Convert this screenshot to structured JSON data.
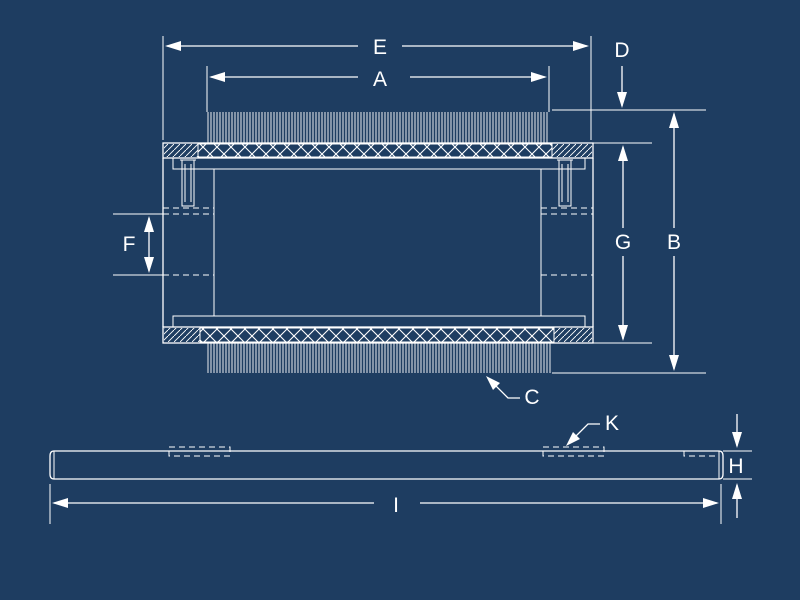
{
  "colors": {
    "background": "#1e3d61",
    "line": "#ffffff",
    "label": "#ffffff"
  },
  "diagram": {
    "labels": {
      "A": "A",
      "B": "B",
      "C": "C",
      "D": "D",
      "E": "E",
      "F": "F",
      "G": "G",
      "H": "H",
      "I": "I",
      "K": "K"
    }
  }
}
